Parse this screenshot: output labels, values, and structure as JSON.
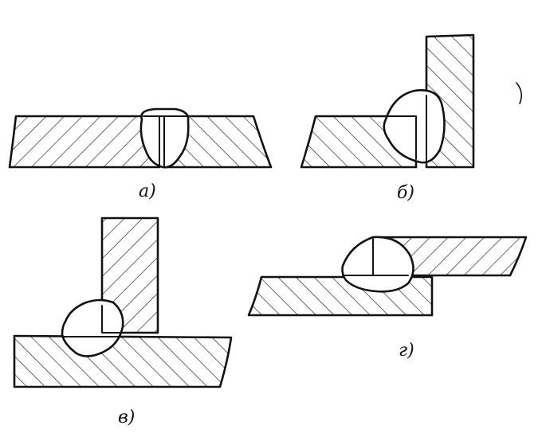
{
  "figure": {
    "labels": {
      "butt": "а)",
      "corner": "б)",
      "tee": "в)",
      "lap": "г)"
    }
  }
}
